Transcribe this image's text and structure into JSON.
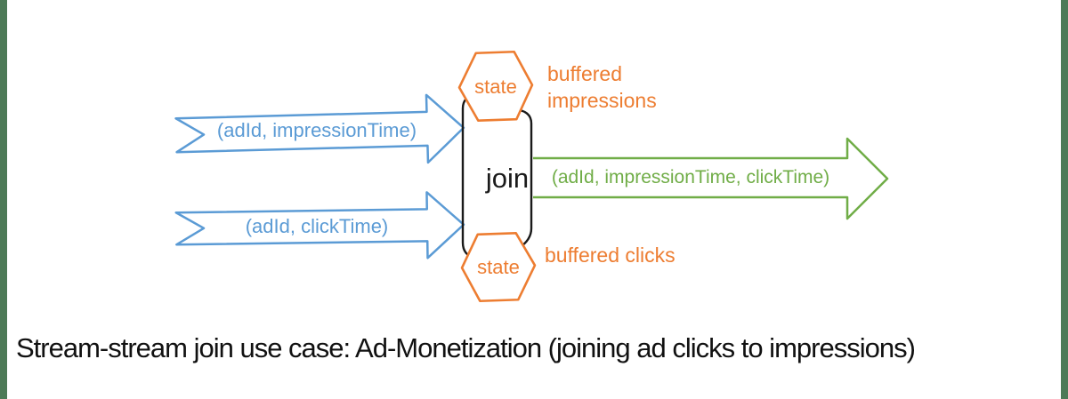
{
  "page": {
    "background": "#ffffff",
    "side_border_color": "#4d7a57"
  },
  "diagram": {
    "input_streams": [
      {
        "label": "(adId, impressionTime)"
      },
      {
        "label": "(adId, clickTime)"
      }
    ],
    "join": {
      "label": "join"
    },
    "states": {
      "top": {
        "label": "state",
        "annotation": "buffered impressions"
      },
      "bottom": {
        "label": "state",
        "annotation": "buffered clicks"
      }
    },
    "output_stream": {
      "label": "(adId, impressionTime, clickTime)"
    },
    "colors": {
      "stream_blue": "#5b9bd5",
      "state_orange": "#ed7d31",
      "output_green": "#70ad47",
      "join_black": "#1a1a1a"
    }
  },
  "caption": {
    "text": "Stream-stream join use case: Ad-Monetization (joining ad clicks to impressions)"
  }
}
